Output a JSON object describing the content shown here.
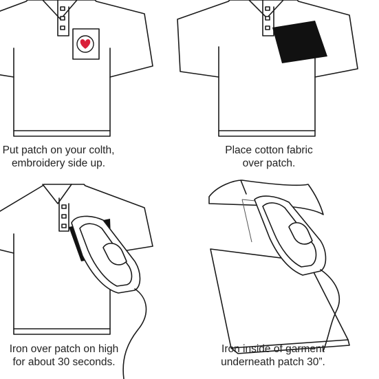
{
  "colors": {
    "outline": "#1a1a1a",
    "heart": "#d9203a",
    "fabric": "#111111",
    "background": "#ffffff",
    "caption": "#222222"
  },
  "steps": [
    {
      "icon": "shirt-with-heart-patch-icon",
      "caption_lines": [
        "Put patch on your colth,",
        "embroidery side up."
      ]
    },
    {
      "icon": "shirt-with-cotton-fabric-icon",
      "caption_lines": [
        "Place cotton fabric",
        "over patch."
      ]
    },
    {
      "icon": "iron-on-shirt-icon",
      "caption_lines": [
        "Iron over patch on high",
        "for about 30 seconds."
      ]
    },
    {
      "icon": "iron-inside-garment-icon",
      "caption_lines": [
        "Iron inside of garment",
        "underneath patch 30”."
      ]
    }
  ]
}
